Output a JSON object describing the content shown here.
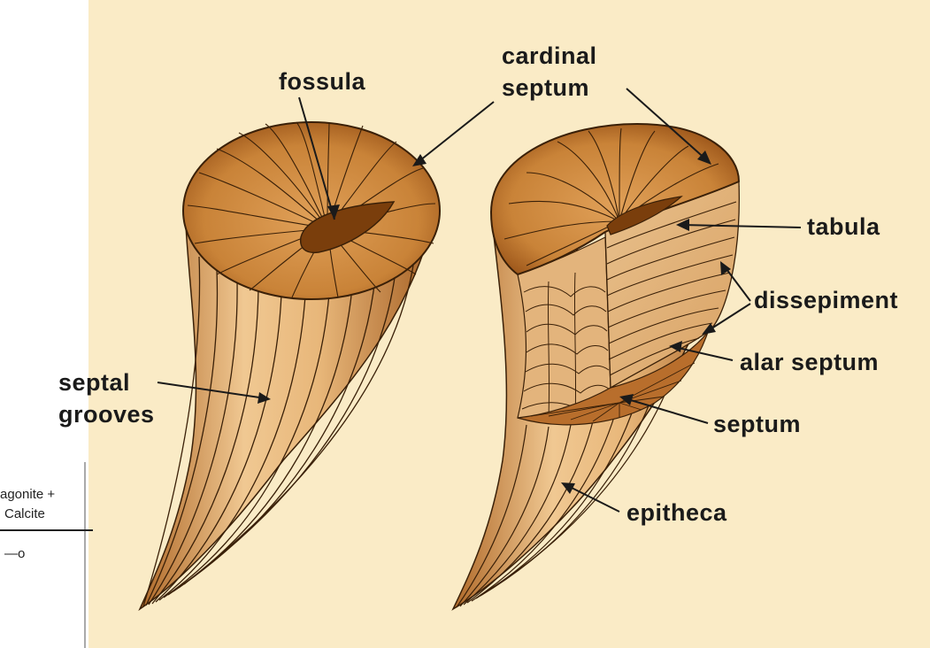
{
  "labels": {
    "fossula": "fossula",
    "cardinal_septum_line1": "cardinal",
    "cardinal_septum_line2": "septum",
    "tabula": "tabula",
    "dissepiment": "dissepiment",
    "alar_septum": "alar septum",
    "septum": "septum",
    "epitheca": "epitheca",
    "septal_grooves_line1": "septal",
    "septal_grooves_line2": "grooves"
  },
  "table_fragment": {
    "header_line1": "agonite +",
    "header_line2": "Calcite",
    "row_marker": "—o"
  },
  "colors": {
    "background": "#faebc6",
    "coral_light": "#eec48c",
    "coral_mid": "#cf8a45",
    "coral_dark": "#8a4a12",
    "fossula": "#7a3e0c",
    "tabula": "#f2d3a8"
  }
}
